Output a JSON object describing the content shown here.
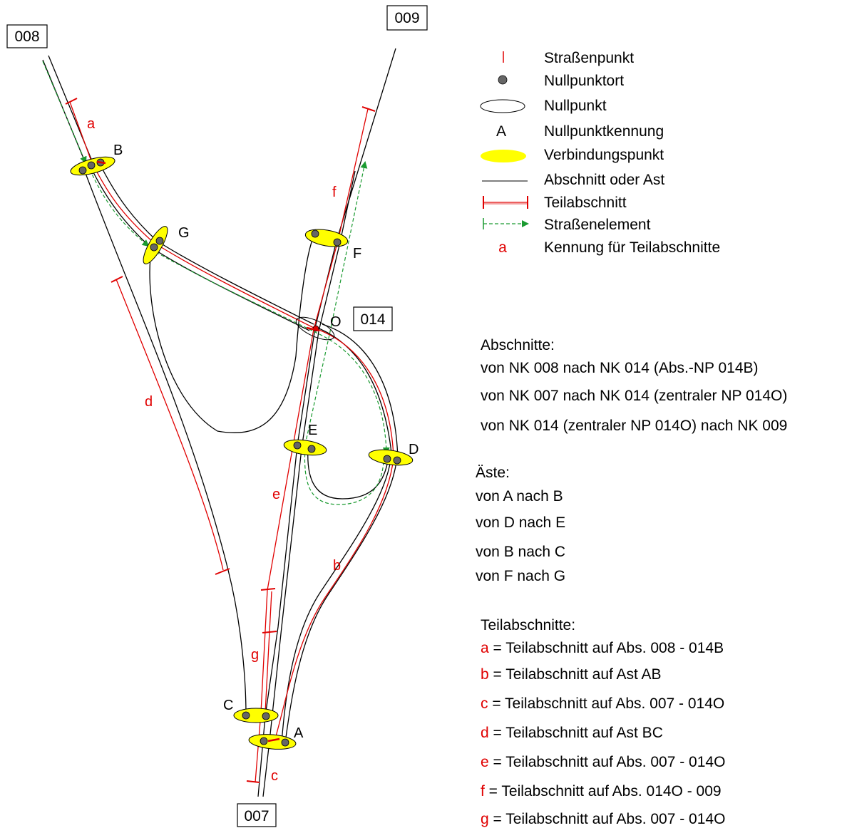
{
  "nodes": {
    "n008": "008",
    "n009": "009",
    "n014": "014",
    "n007": "007"
  },
  "points": {
    "A": "A",
    "B": "B",
    "C": "C",
    "D": "D",
    "E": "E",
    "F": "F",
    "G": "G",
    "O": "O"
  },
  "sections": {
    "a": "a",
    "b": "b",
    "c": "c",
    "d": "d",
    "e": "e",
    "f": "f",
    "g": "g"
  },
  "legend": [
    {
      "symbol": "strassenpunkt",
      "text": "Straßenpunkt"
    },
    {
      "symbol": "nullpunktort",
      "text": "Nullpunktort"
    },
    {
      "symbol": "nullpunkt",
      "text": "Nullpunkt"
    },
    {
      "symbol": "kennung",
      "text": "Nullpunktkennung",
      "glyph": "A"
    },
    {
      "symbol": "verbindungspunkt",
      "text": "Verbindungspunkt"
    },
    {
      "symbol": "abschnitt",
      "text": "Abschnitt oder Ast"
    },
    {
      "symbol": "teilabschnitt",
      "text": "Teilabschnitt"
    },
    {
      "symbol": "strassenelement",
      "text": "Straßenelement"
    },
    {
      "symbol": "kennung-teil",
      "text": "Kennung für Teilabschnitte",
      "glyph": "a"
    }
  ],
  "abschnitte": {
    "heading": "Abschnitte:",
    "items": [
      "von NK 008 nach NK 014 (Abs.-NP 014B)",
      "von NK 007 nach NK 014 (zentraler NP 014O)",
      "von NK 014 (zentraler NP 014O) nach NK 009"
    ]
  },
  "aeste": {
    "heading": "Äste:",
    "items": [
      "von A nach B",
      "von D nach E",
      "von B nach C",
      "von F nach G"
    ]
  },
  "teilabschnitte": {
    "heading": "Teilabschnitte:",
    "items": [
      {
        "id": "a",
        "text": " = Teilabschnitt auf Abs. 008 - 014B"
      },
      {
        "id": "b",
        "text": " = Teilabschnitt auf Ast AB"
      },
      {
        "id": "c",
        "text": " = Teilabschnitt auf Abs. 007 - 014O"
      },
      {
        "id": "d",
        "text": " = Teilabschnitt auf Ast BC"
      },
      {
        "id": "e",
        "text": " = Teilabschnitt auf Abs. 007 - 014O"
      },
      {
        "id": "f",
        "text": " = Teilabschnitt auf Abs. 014O - 009"
      },
      {
        "id": "g",
        "text": " = Teilabschnitt auf Abs. 007 - 014O"
      }
    ]
  },
  "colors": {
    "line": "#000000",
    "teil": "#e00000",
    "element": "#1a9a30",
    "verbindung": "#ffff00",
    "nullpunktort": "#666666"
  }
}
